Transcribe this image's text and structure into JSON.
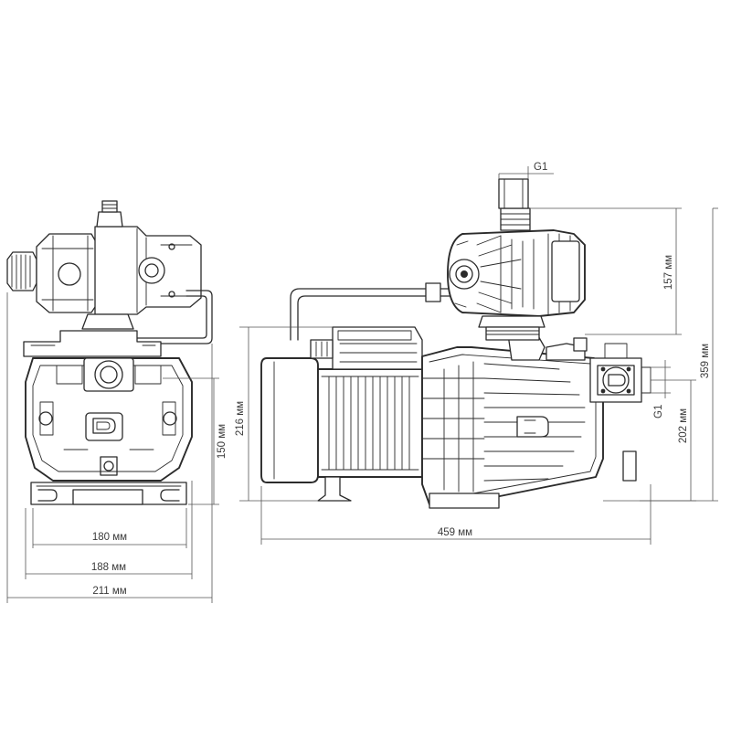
{
  "dimensions": {
    "front_width_180": "180 мм",
    "front_width_188": "188 мм",
    "front_width_211": "211 мм",
    "front_height_150": "150 мм",
    "side_height_216": "216 мм",
    "side_length_459": "459 мм",
    "side_height_157": "157 мм",
    "side_height_359": "359 мм",
    "side_height_202": "202 мм"
  },
  "connections": {
    "outlet_thread": "G1",
    "inlet_thread": "G1"
  }
}
